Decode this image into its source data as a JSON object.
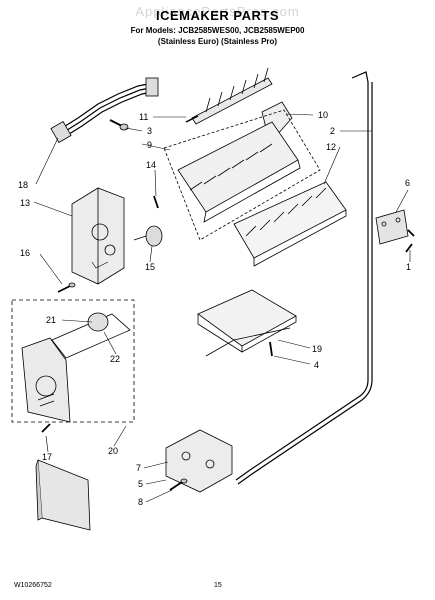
{
  "watermark": "AppliancePartsPros.com",
  "header": {
    "title": "ICEMAKER PARTS",
    "models_line": "For Models: JCB2585WES00, JCB2585WEP00",
    "variants_line": "(Stainless Euro)   (Stainless Pro)"
  },
  "footer": {
    "doc_number": "W10266752",
    "page_number": "15"
  },
  "callouts": {
    "c1": "1",
    "c2": "2",
    "c3": "3",
    "c4": "4",
    "c5": "5",
    "c6": "6",
    "c7": "7",
    "c8": "8",
    "c9": "9",
    "c10": "10",
    "c11": "11",
    "c12": "12",
    "c13": "13",
    "c14": "14",
    "c15": "15",
    "c16": "16",
    "c17": "17",
    "c18": "18",
    "c19": "19",
    "c20": "20",
    "c21": "21",
    "c22": "22"
  }
}
